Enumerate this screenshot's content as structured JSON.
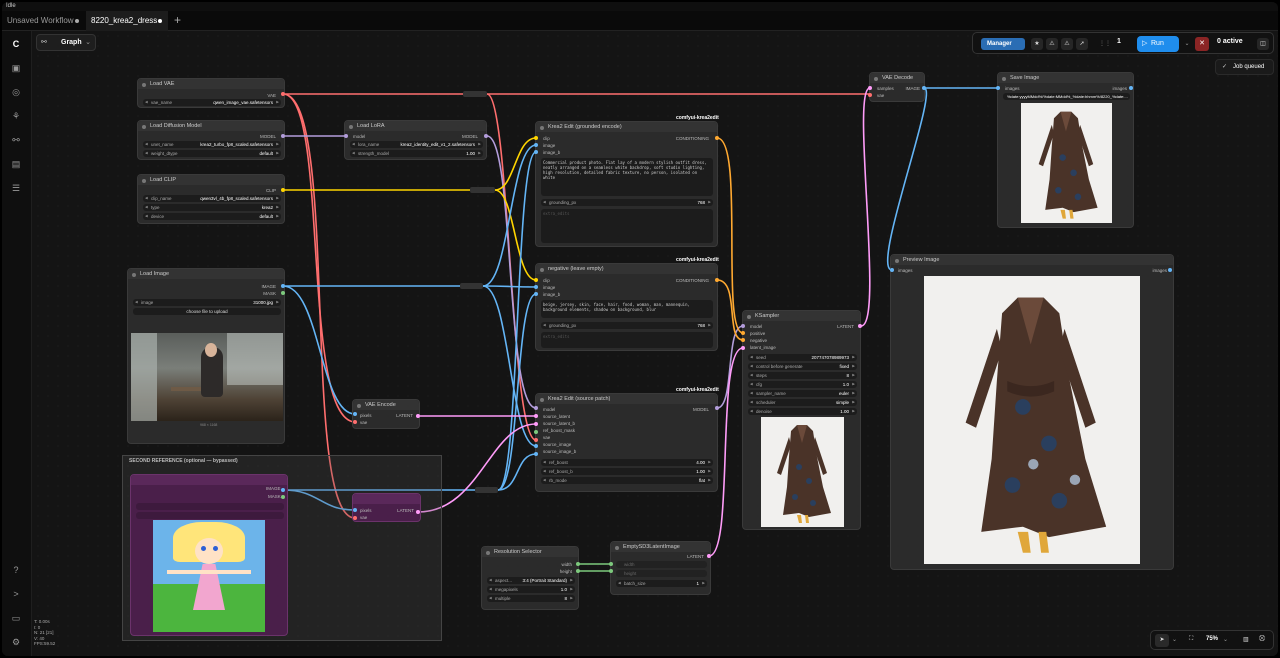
{
  "window": {
    "title": "Idle"
  },
  "tabs": [
    {
      "label": "Unsaved Workflow",
      "active": false
    },
    {
      "label": "8220_krea2_dress",
      "active": true
    }
  ],
  "graph_toggle": {
    "label": "Graph"
  },
  "toolbar": {
    "manager_label": "Manager",
    "queue_count": "1",
    "run_label": "Run",
    "active_label": "0 active"
  },
  "notification": {
    "label": "Job queued"
  },
  "nodes": {
    "load_vae": {
      "title": "Load VAE",
      "output": "VAE",
      "widgets": [
        {
          "label": "vae_name",
          "value": "qwen_image_vae.safetensors"
        }
      ]
    },
    "load_diffusion": {
      "title": "Load Diffusion Model",
      "output": "MODEL",
      "widgets": [
        {
          "label": "unet_name",
          "value": "krea2_turbo_fp8_scaled.safetensors"
        },
        {
          "label": "weight_dtype",
          "value": "default"
        }
      ]
    },
    "load_lora": {
      "title": "Load LoRA",
      "input": "model",
      "output": "MODEL",
      "widgets": [
        {
          "label": "lora_name",
          "value": "krea2_identity_edit_v1_2.safetensors"
        },
        {
          "label": "strength_model",
          "value": "1.00"
        }
      ]
    },
    "load_clip": {
      "title": "Load CLIP",
      "output": "CLIP",
      "widgets": [
        {
          "label": "clip_name",
          "value": "qwen3vl_4b_fp8_scaled.safetensors"
        },
        {
          "label": "type",
          "value": "krea2"
        },
        {
          "label": "device",
          "value": "default"
        }
      ]
    },
    "load_image": {
      "title": "Load Image",
      "outputs": [
        "IMAGE",
        "MASK"
      ],
      "widgets": [
        {
          "label": "image",
          "value": "31000.jpg"
        }
      ],
      "upload_label": "choose file to upload",
      "caption": "968 × 1168"
    },
    "krea2_edit_encode": {
      "title": "Krea2 Edit (grounded encode)",
      "badge": "comfyui-krea2edit",
      "inputs": [
        "clip",
        "image",
        "image_b"
      ],
      "output": "CONDITIONING",
      "prompt": "Commercial product photo. Flat lay of a modern stylish outfit dress, neatly arranged on a seamless white backdrop, soft studio lighting, high resolution, detailed fabric texture, no person, isolated on white",
      "widgets": [
        {
          "label": "grounding_px",
          "value": "768"
        }
      ],
      "secondary_placeholder": "extra_edits"
    },
    "negative": {
      "title": "negative (leave empty)",
      "badge": "comfyui-krea2edit",
      "inputs": [
        "clip",
        "image",
        "image_b"
      ],
      "output": "CONDITIONING",
      "prompt": "beige, jersey, skin, face, hair, food, woman, man, mannequin, background elements, shadow on background, blur",
      "widgets": [
        {
          "label": "grounding_px",
          "value": "768"
        }
      ],
      "secondary_placeholder": "extra_edits"
    },
    "krea2_source": {
      "title": "Krea2 Edit (source patch)",
      "badge": "comfyui-krea2edit",
      "inputs": [
        "model",
        "source_latent",
        "source_latent_b",
        "ref_boost_mask",
        "vae",
        "source_image",
        "source_image_b"
      ],
      "output": "MODEL",
      "widgets": [
        {
          "label": "ref_boost",
          "value": "4.00"
        },
        {
          "label": "ref_boost_b",
          "value": "1.00"
        },
        {
          "label": "rb_mode",
          "value": "flat"
        }
      ]
    },
    "vae_encode": {
      "title": "VAE Encode",
      "inputs": [
        "pixels",
        "vae"
      ],
      "output": "LATENT"
    },
    "vae_decode": {
      "title": "VAE Decode",
      "inputs": [
        "samples",
        "vae"
      ],
      "output": "IMAGE"
    },
    "save_image": {
      "title": "Save Image",
      "input": "images",
      "output": "images",
      "prefix": "%date:yyyyMMdd%/%date:MMdd%_%date:hhmm%/8220_%date:..."
    },
    "ksampler": {
      "title": "KSampler",
      "inputs": [
        "model",
        "positive",
        "negative",
        "latent_image"
      ],
      "output": "LATENT",
      "widgets": [
        {
          "label": "seed",
          "value": "207747078989973"
        },
        {
          "label": "control before generate",
          "value": "fixed"
        },
        {
          "label": "steps",
          "value": "8"
        },
        {
          "label": "cfg",
          "value": "1.0"
        },
        {
          "label": "sampler_name",
          "value": "euler"
        },
        {
          "label": "scheduler",
          "value": "simple"
        },
        {
          "label": "denoise",
          "value": "1.00"
        }
      ]
    },
    "preview_image": {
      "title": "Preview Image",
      "input": "images",
      "output": "images"
    },
    "resolution": {
      "title": "Resolution Selector",
      "outputs": [
        "width",
        "height"
      ],
      "widgets": [
        {
          "label": "aspect...",
          "value": "3:4 (Portrait Standard)"
        },
        {
          "label": "megapixels",
          "value": "1.0"
        },
        {
          "label": "multiple",
          "value": "8"
        }
      ]
    },
    "empty_latent": {
      "title": "EmptySD3LatentImage",
      "inputs": [
        "width",
        "height"
      ],
      "output": "LATENT",
      "widgets": [
        {
          "label": "batch_size",
          "value": "1"
        }
      ]
    },
    "group": {
      "title": "SECOND REFERENCE (optional — bypassed)"
    }
  },
  "stats": [
    "T: 0.00s",
    "I: 0",
    "N: 21 [21]",
    "V: 40",
    "FPS:59.52"
  ],
  "bottom_controls": {
    "zoom": "75%"
  },
  "colors": {
    "vae_wire": "#ff6e6e",
    "model_wire": "#b39ddb",
    "clip_wire": "#ffd500",
    "image_wire": "#64b5f6",
    "latent_wire": "#ff9cf9",
    "conditioning_wire": "#ffa931",
    "accent": "#1f8ded"
  }
}
